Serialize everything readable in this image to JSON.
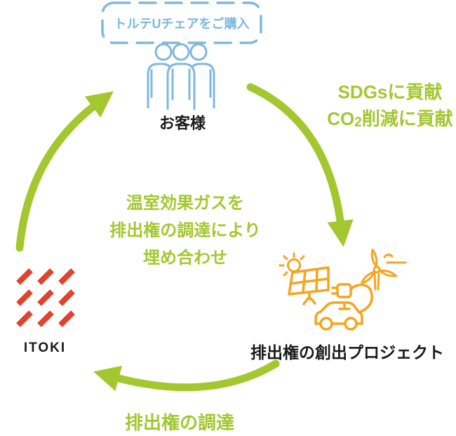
{
  "diagram_title": "emission-offset-cycle",
  "colors": {
    "accent_green": "#a3c82f",
    "accent_blue": "#7fb8dd",
    "accent_orange": "#f5a51f",
    "brand_red": "#e2412b",
    "label_black": "#1a1a1a"
  },
  "bubble": {
    "label": "トルテUチェアをご購入"
  },
  "nodes": {
    "customer": {
      "label": "お客様"
    },
    "project": {
      "label": "排出権の創出プロジェクト"
    },
    "company": {
      "label": "ITOKI"
    }
  },
  "annotations": {
    "sdgs": {
      "line1": "SDGsに貢献",
      "co2_pre": "CO",
      "co2_sub": "2",
      "co2_post": "削減に貢献"
    },
    "offset": {
      "lines": [
        "温室効果ガスを",
        "排出権の調達により",
        "埋め合わせ"
      ]
    },
    "procurement": {
      "label": "排出権の調達"
    }
  },
  "icons": {
    "customer": "people-group-icon",
    "bubble": "speech-bubble-dashed-icon",
    "project": [
      "sun-solar-panel-icon",
      "wind-turbine-icon",
      "electric-car-plug-icon"
    ],
    "company": "itoki-slash-logo",
    "flow": [
      "arrow-up-left-icon",
      "arrow-down-right-icon",
      "arrow-left-bottom-icon"
    ]
  }
}
